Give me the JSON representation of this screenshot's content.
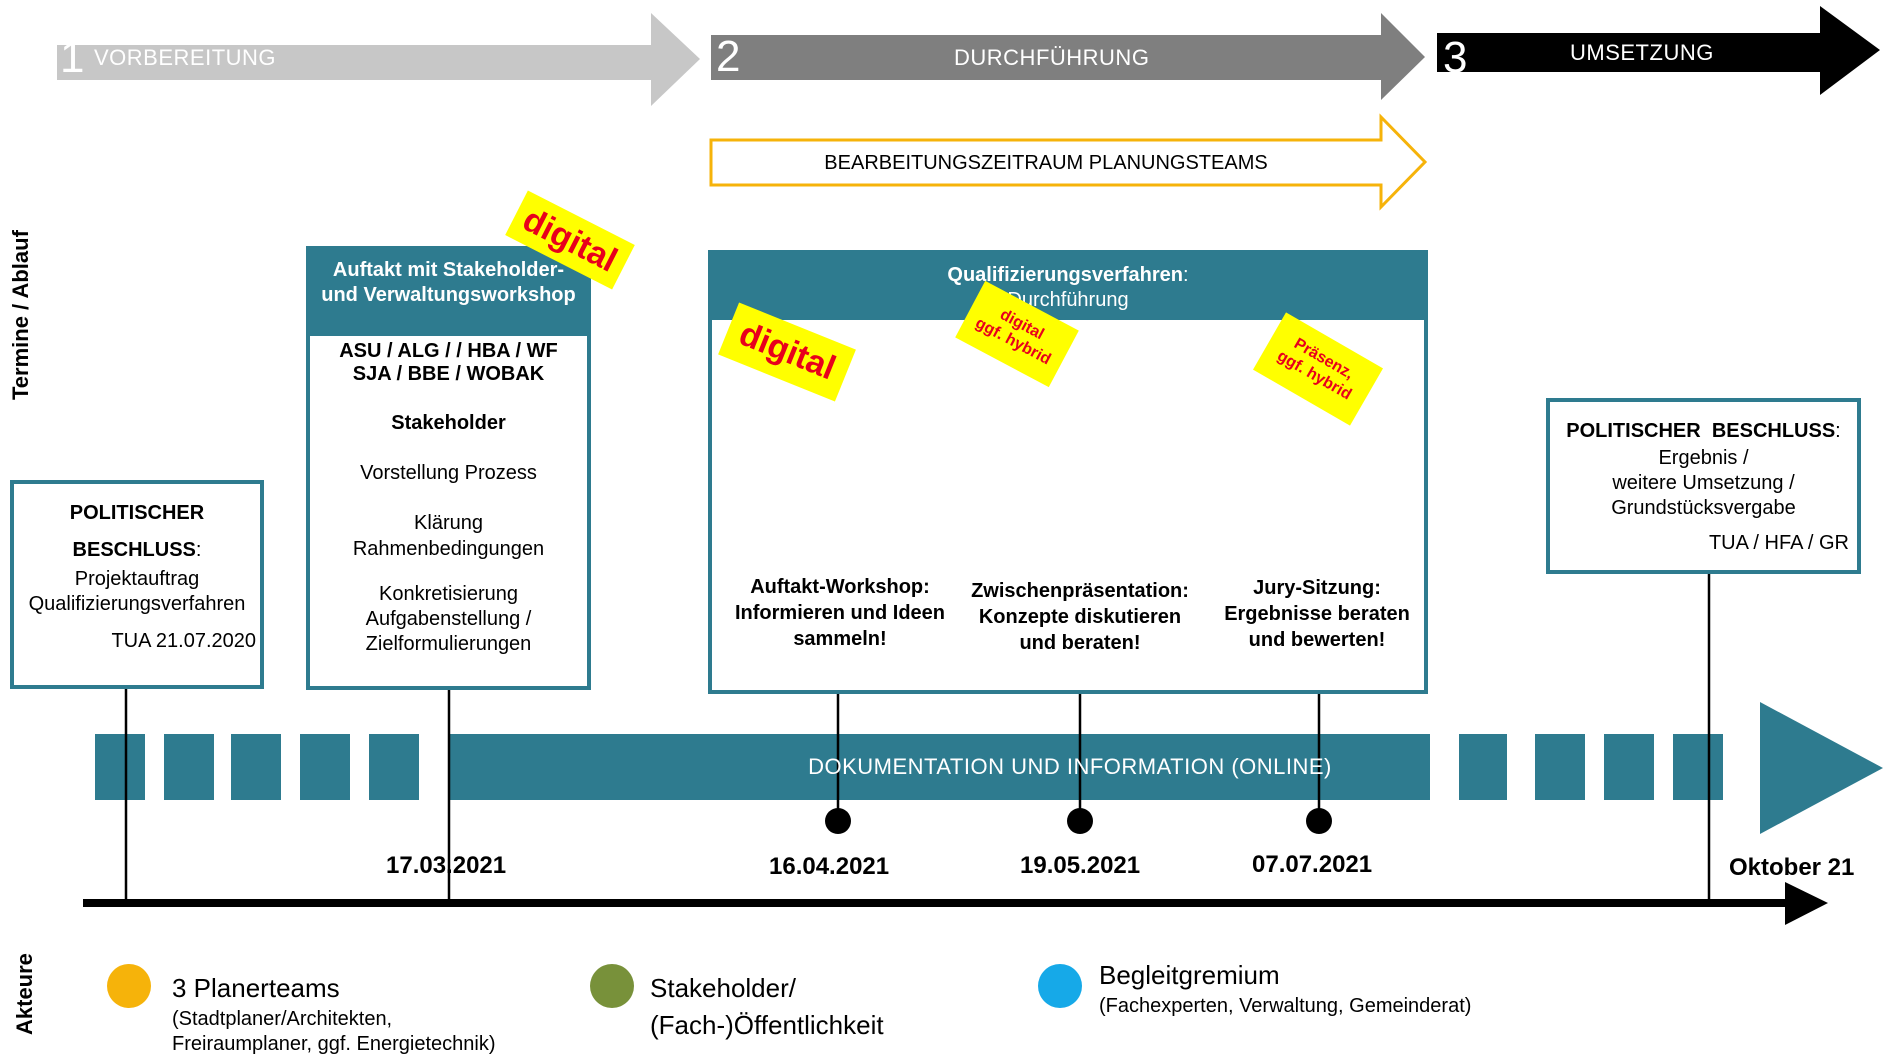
{
  "phases": [
    {
      "num": "1",
      "label": "VORBEREITUNG"
    },
    {
      "num": "2",
      "label": "DURCHFÜHRUNG"
    },
    {
      "num": "3",
      "label": "UMSETZUNG"
    }
  ],
  "period_label": "BEARBEITUNGSZEITRAUM PLANUNGSTEAMS",
  "side_labels": {
    "top": "Termine / Ablauf",
    "bottom": "Akteure"
  },
  "beschluss1": {
    "title_line1": "POLITISCHER",
    "title_line2": "BESCHLUSS",
    "colon": ":",
    "text1": "Projektauftrag",
    "text2": "Qualifizierungsverfahren",
    "date": "TUA 21.07.2020"
  },
  "auftakt": {
    "header": "Auftakt mit Stakeholder- und Verwaltungsworkshop",
    "line1": "ASU / ALG / / HBA / WF",
    "line2": "SJA / BBE / WOBAK",
    "stakeholder": "Stakeholder",
    "item1": "Vorstellung Prozess",
    "item2": "Klärung Rahmenbedingungen",
    "item3": "Konkretisierung Aufgabenstellung / Zielformulierungen"
  },
  "quali": {
    "header_bold": "Qualifizierungsverfahren",
    "header_rest": ":",
    "header_sub": "Durchführung",
    "events": [
      {
        "title": "Auftakt-Workshop: Informieren und Ideen sammeln!"
      },
      {
        "title": "Zwischenpräsentation: Konzepte diskutieren und beraten!"
      },
      {
        "title": "Jury-Sitzung: Ergebnisse beraten und bewerten!"
      }
    ]
  },
  "stickers": {
    "digital1": "digital",
    "digital2": "digital",
    "hybrid_l1": "digital",
    "hybrid_l2": "ggf. hybrid",
    "praesenz_l1": "Präsenz,",
    "praesenz_l2": "ggf. hybrid"
  },
  "beschluss2": {
    "title": "POLITISCHER  BESCHLUSS",
    "colon": ":",
    "text1": "Ergebnis /",
    "text2": "weitere Umsetzung /",
    "text3": "Grundstücksvergabe",
    "bodies": "TUA / HFA / GR"
  },
  "doc_band": "DOKUMENTATION UND INFORMATION (ONLINE)",
  "dates": [
    "17.03.2021",
    "16.04.2021",
    "19.05.2021",
    "07.07.2021",
    "Oktober 21"
  ],
  "legend": [
    {
      "title": "3 Planerteams",
      "sub1": "(Stadtplaner/Architekten,",
      "sub2": "Freiraumplaner, ggf. Energietechnik)"
    },
    {
      "title": "Stakeholder/",
      "sub1": "(Fach-)Öffentlichkeit",
      "sub2": ""
    },
    {
      "title": "Begleitgremium",
      "sub1": "(Fachexperten, Verwaltung, Gemeinderat)",
      "sub2": ""
    }
  ],
  "colors": {
    "teal": "#2e7b8f",
    "orange": "#f6b30a",
    "green": "#78913a",
    "blue": "#16a9e8",
    "phase1": "#c7c7c7",
    "phase2": "#7f7f7f",
    "phase3": "#000000",
    "sticker_bg": "#ffff00",
    "sticker_text": "#e8001c"
  },
  "icons": {
    "exclamation": "exclamation-icon",
    "lightbulb": "lightbulb-icon",
    "people": "people-icon"
  }
}
